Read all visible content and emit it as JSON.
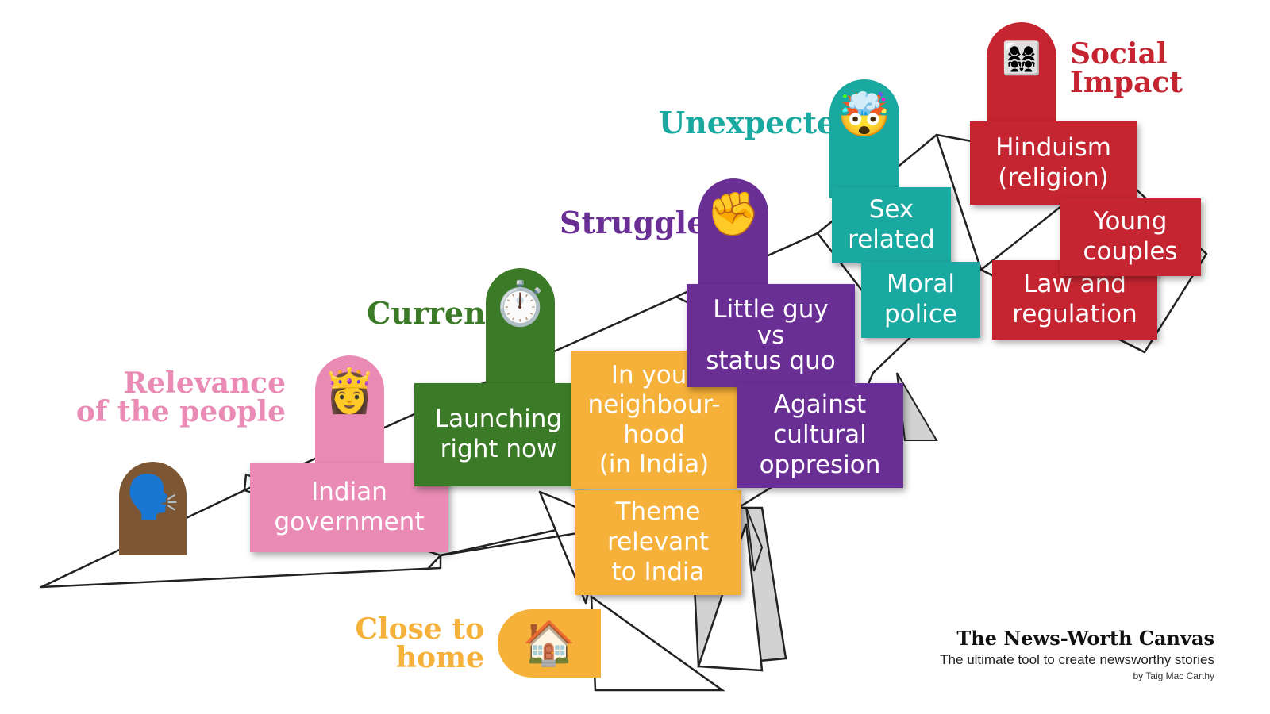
{
  "colors": {
    "voice": "#7d5634",
    "relevance": "#e98bb4",
    "current": "#3b7a26",
    "close": "#f5b13a",
    "struggle": "#6a2f95",
    "unexpected": "#1aa9a0",
    "social": "#c42530",
    "outline": "#222222",
    "shade": "#d2d2d2"
  },
  "categories": {
    "voice": {
      "icon": "🗣️",
      "icon_name": "speaking-head-icon"
    },
    "relevance": {
      "heading": [
        "Relevance",
        "of the people"
      ],
      "icon": "👸",
      "icon_name": "princess-icon"
    },
    "current": {
      "heading": [
        "Current"
      ],
      "icon": "⏱️",
      "icon_name": "stopwatch-icon"
    },
    "close": {
      "heading": [
        "Close to",
        "home"
      ],
      "icon": "🏠",
      "icon_name": "house-icon"
    },
    "struggle": {
      "heading": [
        "Struggle"
      ],
      "icon": "✊",
      "icon_name": "raised-fist-icon"
    },
    "unexpected": {
      "heading": [
        "Unexpected"
      ],
      "icon": "🤯",
      "icon_name": "exploding-head-icon"
    },
    "social": {
      "heading": [
        "Social",
        "Impact"
      ],
      "icon": "👩‍👩‍👧‍👧",
      "icon_name": "family-icon"
    }
  },
  "cards": {
    "indian_government": [
      "Indian",
      "government"
    ],
    "launching_right_now": [
      "Launching",
      "right now"
    ],
    "in_your_neighbourhood": [
      "In your",
      "neighbour-",
      "hood",
      "(in India)"
    ],
    "theme_relevant": [
      "Theme",
      "relevant",
      "to India"
    ],
    "little_guy": [
      "Little guy",
      "vs",
      "status quo"
    ],
    "against_cultural": [
      "Against",
      "cultural",
      "oppresion"
    ],
    "sex_related": [
      "Sex",
      "related"
    ],
    "moral_police": [
      "Moral",
      "police"
    ],
    "hinduism": [
      "Hinduism",
      "(religion)"
    ],
    "young_couples": [
      "Young",
      "couples"
    ],
    "law_regulation": [
      "Law and",
      "regulation"
    ]
  },
  "brand": {
    "title": "The News-Worth Canvas",
    "subtitle": "The ultimate tool to create newsworthy stories",
    "byline": "by Taig Mac Carthy"
  }
}
